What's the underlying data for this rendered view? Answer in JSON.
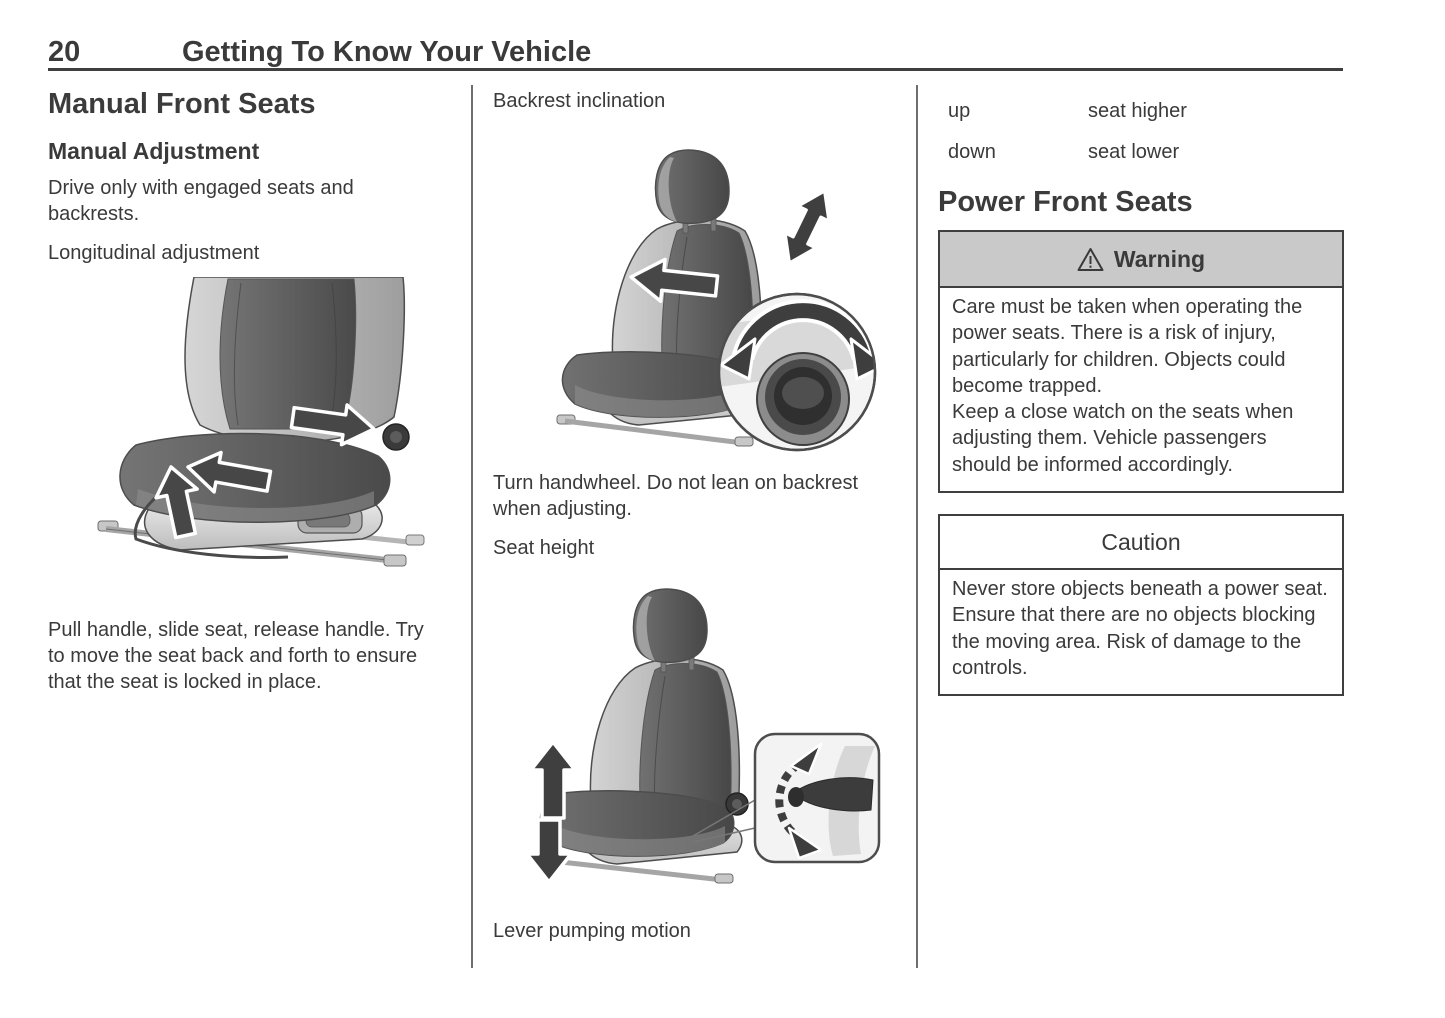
{
  "page": {
    "number": "20",
    "title": "Getting To Know Your Vehicle"
  },
  "colors": {
    "text": "#3a3a3a",
    "warning_header_bg": "#c9c9c9",
    "rule": "#3f3f3f"
  },
  "manual_front_seats": {
    "title": "Manual Front Seats",
    "subtitle": "Manual Adjustment",
    "intro": "Drive only with engaged seats and backrests.",
    "longitudinal": {
      "caption": "Longitudinal adjustment",
      "figure": "seat-longitudinal-adjustment-illustration",
      "instructions": "Pull handle, slide seat, release handle. Try to move the seat back and forth to ensure that the seat is locked in place."
    },
    "backrest": {
      "caption": "Backrest inclination",
      "figure": "seat-backrest-inclination-illustration",
      "instructions": "Turn handwheel. Do not lean on backrest when adjusting."
    },
    "seat_height": {
      "caption": "Seat height",
      "figure": "seat-height-adjustment-illustration",
      "instructions": "Lever pumping motion",
      "table": [
        {
          "action": "up",
          "result": "seat higher"
        },
        {
          "action": "down",
          "result": "seat lower"
        }
      ]
    }
  },
  "power_front_seats": {
    "title": "Power Front Seats",
    "warning": {
      "label": "Warning",
      "body1": "Care must be taken when operating the power seats. There is a risk of injury, particularly for children. Objects could become trapped.",
      "body2": "Keep a close watch on the seats when adjusting them. Vehicle passengers should be informed accordingly."
    },
    "caution": {
      "label": "Caution",
      "body": "Never store objects beneath a power seat. Ensure that there are no objects blocking the moving area. Risk of damage to the controls."
    }
  }
}
